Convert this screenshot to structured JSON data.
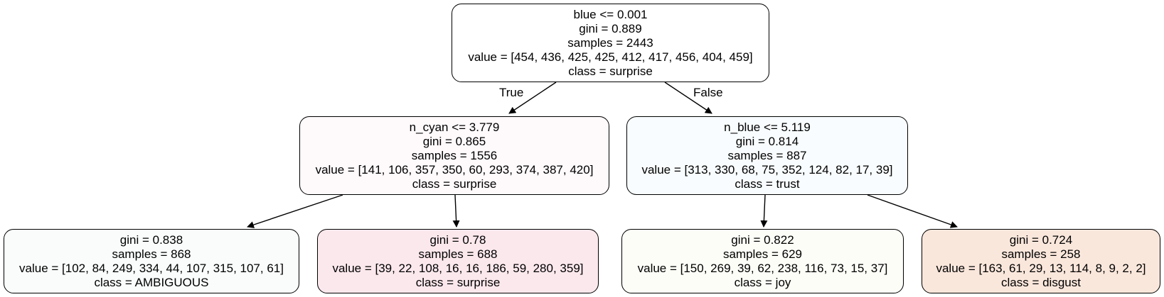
{
  "nodes": [
    {
      "id": "n0",
      "split": "blue <= 0.001",
      "gini": "gini = 0.889",
      "samples": "samples = 2443",
      "value": "value = [454, 436, 425, 425, 412, 417, 456, 404, 459]",
      "class": "class = surprise",
      "fill": "#ffffff"
    },
    {
      "id": "n1",
      "split": "n_cyan <= 3.779",
      "gini": "gini = 0.865",
      "samples": "samples = 1556",
      "value": "value = [141, 106, 357, 350, 60, 293, 374, 387, 420]",
      "class": "class = surprise",
      "fill": "#fef9fb"
    },
    {
      "id": "n2",
      "split": "n_blue <= 5.119",
      "gini": "gini = 0.814",
      "samples": "samples = 887",
      "value": "value = [313, 330, 68, 75, 352, 124, 82, 17, 39]",
      "class": "class = trust",
      "fill": "#f8fcfe"
    },
    {
      "id": "n3",
      "gini": "gini = 0.838",
      "samples": "samples = 868",
      "value": "value = [102, 84, 249, 334, 44, 107, 315, 107, 61]",
      "class": "class = AMBIGUOUS",
      "fill": "#f9fcfb"
    },
    {
      "id": "n4",
      "gini": "gini = 0.78",
      "samples": "samples = 688",
      "value": "value = [39, 22, 108, 16, 16, 186, 59, 280, 359]",
      "class": "class = surprise",
      "fill": "#fbe8ed"
    },
    {
      "id": "n5",
      "gini": "gini = 0.822",
      "samples": "samples = 629",
      "value": "value = [150, 269, 39, 62, 238, 116, 73, 15, 37]",
      "class": "class = joy",
      "fill": "#fcfdf7"
    },
    {
      "id": "n6",
      "gini": "gini = 0.724",
      "samples": "samples = 258",
      "value": "value = [163, 61, 29, 13, 114, 8, 9, 2, 2]",
      "class": "class = disgust",
      "fill": "#fae7dc"
    }
  ],
  "edges": [
    {
      "from": "n0",
      "to": "n1",
      "label": "True"
    },
    {
      "from": "n0",
      "to": "n2",
      "label": "False"
    },
    {
      "from": "n1",
      "to": "n3",
      "label": ""
    },
    {
      "from": "n1",
      "to": "n4",
      "label": ""
    },
    {
      "from": "n2",
      "to": "n5",
      "label": ""
    },
    {
      "from": "n2",
      "to": "n6",
      "label": ""
    }
  ],
  "colors": {
    "stroke": "#000000",
    "background": "#ffffff"
  }
}
